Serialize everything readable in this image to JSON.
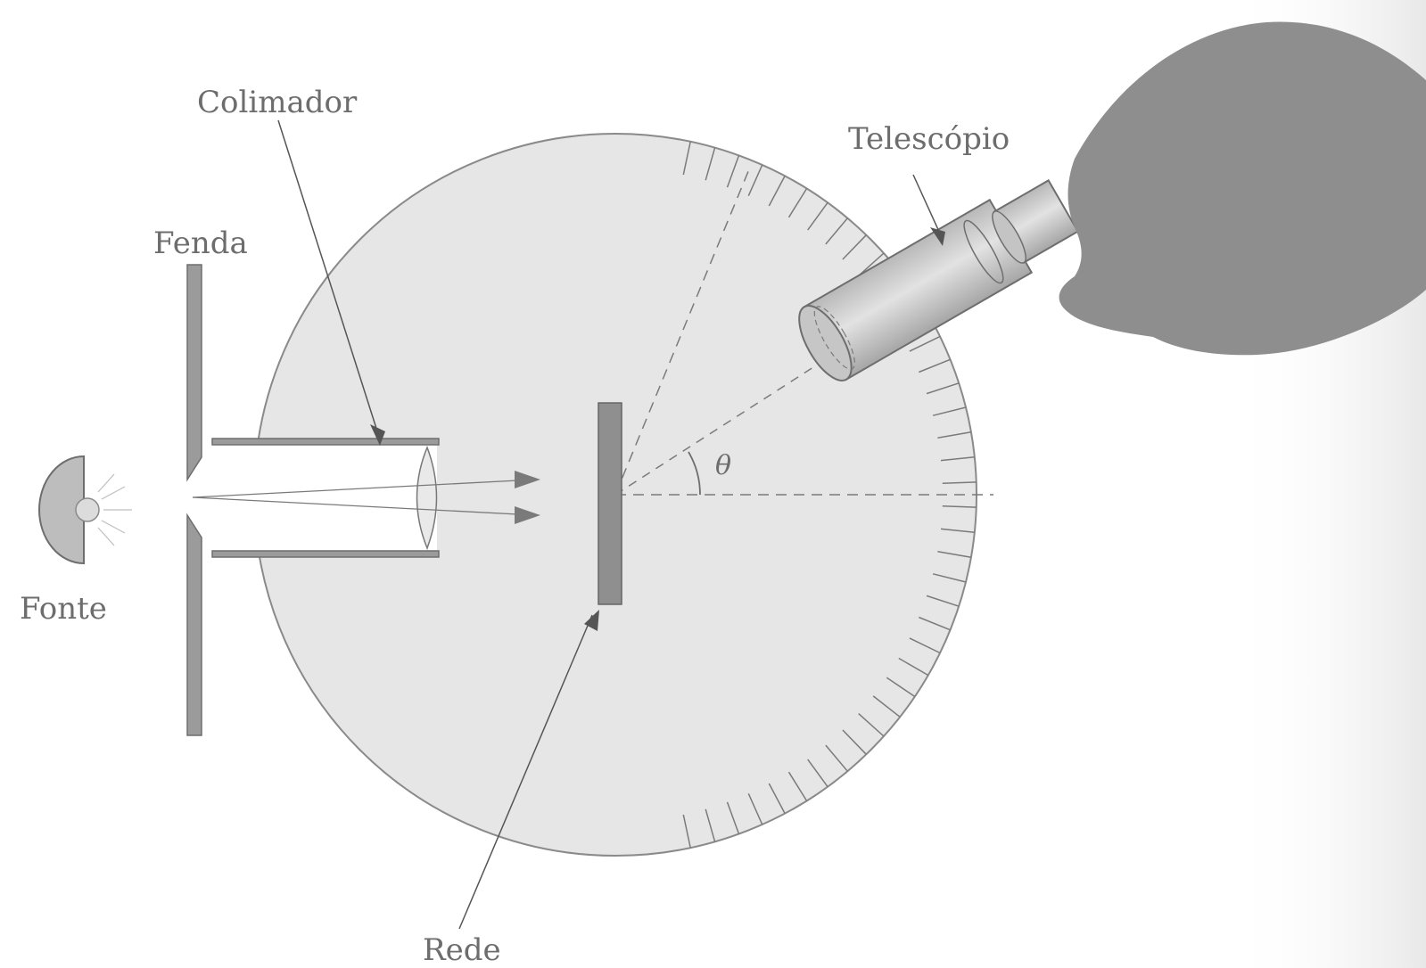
{
  "labels": {
    "collimator": "Colimador",
    "telescope": "Telescópio",
    "slit": "Fenda",
    "source": "Fonte",
    "grating": "Rede",
    "angle": "θ"
  },
  "colors": {
    "disk": "#e6e6e6",
    "part_fill": "#9b9b9b",
    "stroke": "#6e6e6e",
    "head": "#8e8e8e",
    "text": "#6d6d6d"
  }
}
